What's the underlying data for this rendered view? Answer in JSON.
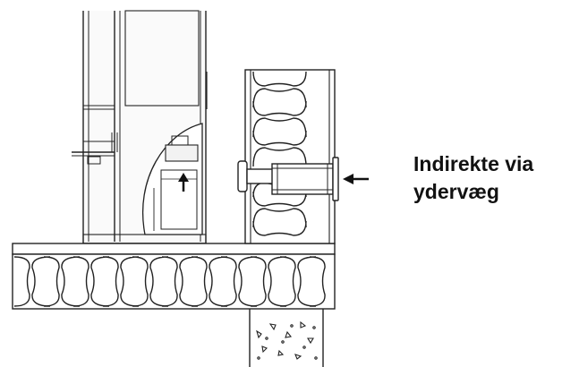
{
  "diagram": {
    "caption_line1": "Indirekte via",
    "caption_line2": "ydervæg",
    "line_color": "#222222",
    "text_color": "#111111",
    "arrow_color": "#111111",
    "elements": [
      "stove",
      "floor-insulation",
      "outer-wall-insulation",
      "wall-air-inlet-valve",
      "foundation"
    ]
  }
}
